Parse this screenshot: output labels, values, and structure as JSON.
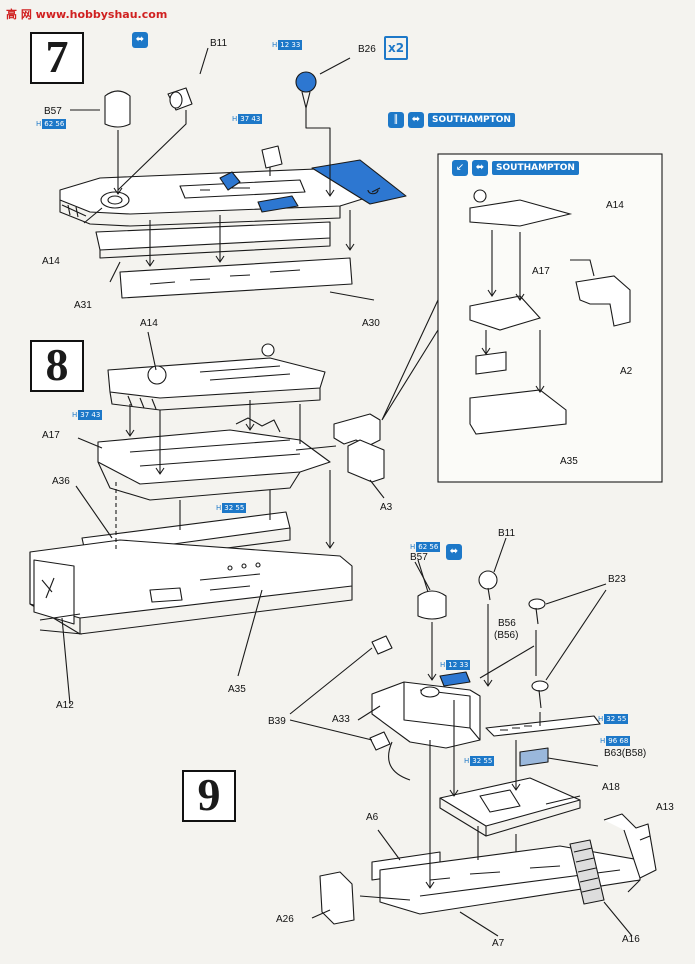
{
  "watermark": "高 网 www.hobbyshau.com",
  "steps": {
    "s7": "7",
    "s8": "8",
    "s9": "9"
  },
  "badges": {
    "southampton_main": "SOUTHAMPTON",
    "southampton_inset": "SOUTHAMPTON",
    "x2": "x2"
  },
  "refs": {
    "r1": {
      "h": "H",
      "n": "62 56"
    },
    "r2": {
      "h": "H",
      "n": "12 33"
    },
    "r3": {
      "h": "H",
      "n": "37 43"
    },
    "r4": {
      "h": "H",
      "n": "37 43"
    },
    "r5": {
      "h": "H",
      "n": "32 55"
    },
    "r6": {
      "h": "H",
      "n": "62 56"
    },
    "r7": {
      "h": "H",
      "n": "12 33"
    },
    "r8": {
      "h": "H",
      "n": "32 55"
    },
    "r9": {
      "h": "H",
      "n": "96 68"
    },
    "r10": {
      "h": "H",
      "n": "32 55"
    }
  },
  "labels": {
    "B11a": "B11",
    "B26": "B26",
    "B57a": "B57",
    "A14a": "A14",
    "A31": "A31",
    "A30": "A30",
    "A14b": "A14",
    "A17a": "A17",
    "A36": "A36",
    "A12": "A12",
    "A35a": "A35",
    "A3": "A3",
    "A14c": "A14",
    "A17b": "A17",
    "A2": "A2",
    "A35b": "A35",
    "B57b": "B57",
    "B11b": "B11",
    "B23": "B23",
    "B56": "B56",
    "B56p": "(B56)",
    "B39": "B39",
    "A33": "A33",
    "B63": "B63(B58)",
    "A18": "A18",
    "A13": "A13",
    "A6": "A6",
    "A26": "A26",
    "A7": "A7",
    "A16": "A16"
  },
  "colors": {
    "accent": "#1d78c8",
    "line": "#1a1a1a",
    "paper": "#f4f3ef"
  },
  "icons": [
    "glue-icon",
    "paint-icon",
    "tweezer-icon"
  ]
}
